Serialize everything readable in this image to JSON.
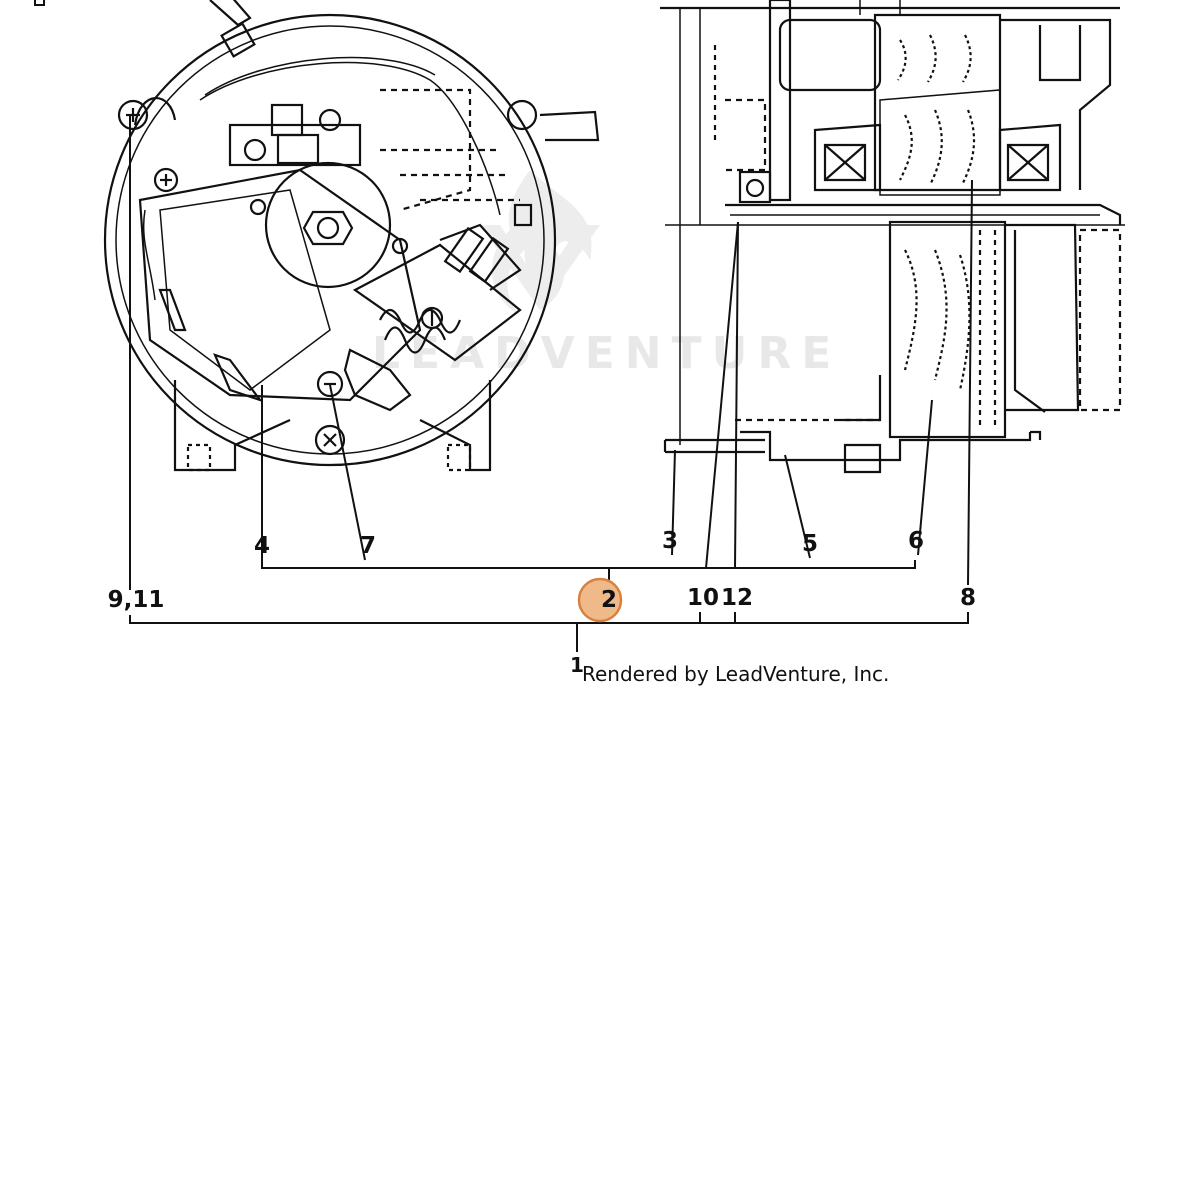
{
  "diagram": {
    "callouts": [
      {
        "id": "c1",
        "label": "1"
      },
      {
        "id": "c2",
        "label": "2",
        "highlighted": true
      },
      {
        "id": "c3",
        "label": "3"
      },
      {
        "id": "c4",
        "label": "4"
      },
      {
        "id": "c5",
        "label": "5"
      },
      {
        "id": "c6",
        "label": "6"
      },
      {
        "id": "c7",
        "label": "7"
      },
      {
        "id": "c8",
        "label": "8"
      },
      {
        "id": "c9_11",
        "label": "9,11"
      },
      {
        "id": "c10",
        "label": "10"
      },
      {
        "id": "c12",
        "label": "12"
      }
    ],
    "credit": "Rendered by LeadVenture, Inc.",
    "watermark": "LEADVENTURE",
    "colors": {
      "line": "#111111",
      "highlight_fill": "#f0b98a",
      "highlight_stroke": "#d9823f",
      "watermark": "#e6e6e6"
    }
  }
}
